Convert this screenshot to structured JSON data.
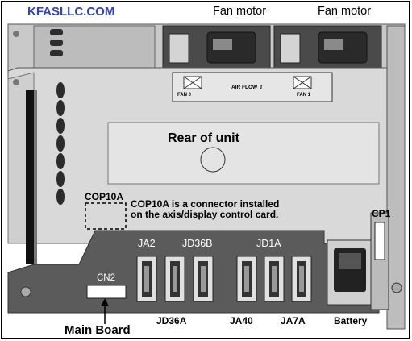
{
  "brand": "KFASLLC.COM",
  "fan_motor_labels": [
    "Fan motor",
    "Fan motor"
  ],
  "airflow_panel": {
    "fan_left": "FAN 0",
    "airflow": "AIR FLOW ⇧",
    "fan_right": "FAN 1"
  },
  "rear_label": "Rear of unit",
  "cop10a": {
    "label": "COP10A",
    "note_line1": "COP10A is a connector installed",
    "note_line2": "on the axis/display control card."
  },
  "connectors_top": [
    "JA2",
    "JD36B",
    "JD1A"
  ],
  "connectors_bottom": [
    "JD36A",
    "JA40",
    "JA7A"
  ],
  "cn2": "CN2",
  "cp1": "CP1",
  "battery": "Battery",
  "main_board": "Main Board",
  "colors": {
    "brand": "#3344bb",
    "chassis_light": "#d6d6d6",
    "board_dark": "#5b5b5b",
    "fan_dark": "#3e3e3e"
  }
}
